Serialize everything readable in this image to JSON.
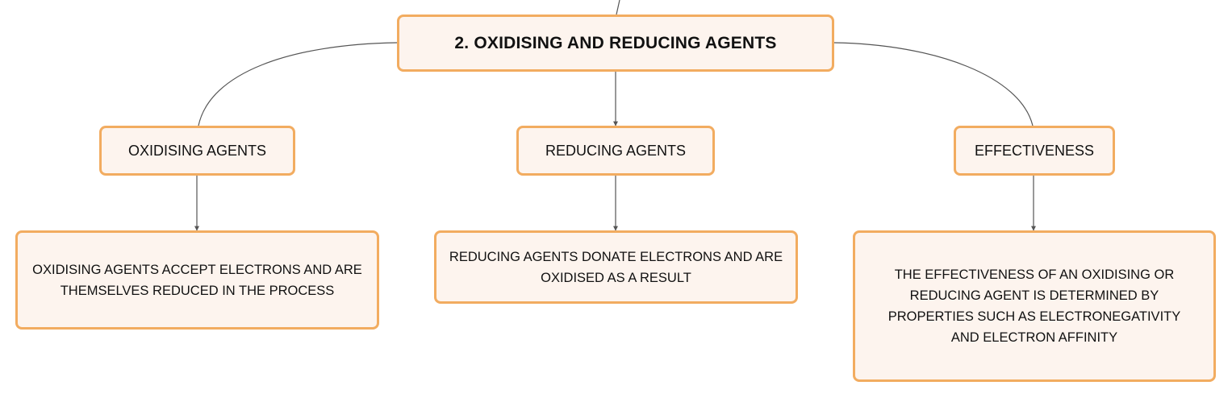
{
  "diagram": {
    "root": {
      "label": "2. OXIDISING AND REDUCING AGENTS"
    },
    "branches": [
      {
        "label": "OXIDISING AGENTS",
        "detail": "OXIDISING AGENTS ACCEPT ELECTRONS AND ARE THEMSELVES REDUCED IN THE PROCESS"
      },
      {
        "label": "REDUCING AGENTS",
        "detail": "REDUCING AGENTS DONATE ELECTRONS AND ARE OXIDISED AS A RESULT"
      },
      {
        "label": "EFFECTIVENESS",
        "detail": "THE EFFECTIVENESS OF AN OXIDISING OR REDUCING AGENT IS DETERMINED BY PROPERTIES SUCH AS ELECTRONEGATIVITY AND ELECTRON AFFINITY"
      }
    ]
  },
  "colors": {
    "node_border": "#f2ac60",
    "node_fill": "#fdf4ee",
    "connector": "#555555"
  }
}
